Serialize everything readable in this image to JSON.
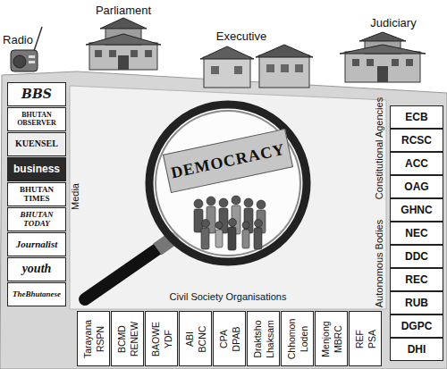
{
  "diagram": {
    "nodes": [
      {
        "text": [
          "BBS"
        ]
      },
      {
        "text": [
          "BHUTAN OBSERVER"
        ]
      },
      {
        "text": [
          "KUENSEL"
        ]
      },
      {
        "text": [
          "business"
        ]
      },
      {
        "text": [
          "BHUTAN TIMES"
        ]
      },
      {
        "text": [
          "BHUTAN TODAY"
        ]
      },
      {
        "text": [
          "Journalist"
        ]
      },
      {
        "text": [
          "youth"
        ]
      },
      {
        "text": [
          "TheBhutanese"
        ]
      },
      {
        "text": [
          "DEMOCRACY"
        ]
      },
      {
        "text": [
          "ECB"
        ]
      },
      {
        "text": [
          "RCSC"
        ]
      },
      {
        "text": [
          "ACC"
        ]
      },
      {
        "text": [
          "OAG"
        ]
      },
      {
        "text": [
          "GHNC"
        ]
      },
      {
        "text": [
          "NEC"
        ]
      },
      {
        "text": [
          "DDC"
        ]
      },
      {
        "text": [
          "REC"
        ]
      },
      {
        "text": [
          "RUB"
        ]
      },
      {
        "text": [
          "DGPC"
        ]
      },
      {
        "text": [
          "DHI"
        ]
      },
      {
        "text": [
          "Tarayana",
          "RSPN"
        ]
      },
      {
        "text": [
          "BCMD",
          "RENEW"
        ]
      },
      {
        "text": [
          "BAOWE",
          "YDF"
        ]
      },
      {
        "text": [
          "ABI",
          "BCNC"
        ]
      },
      {
        "text": [
          "CPA",
          "DPAB"
        ]
      },
      {
        "text": [
          "Draktsho",
          "Lhaksam"
        ]
      },
      {
        "text": [
          "Chhomon",
          "Loden"
        ]
      },
      {
        "text": [
          "Menjong",
          "MBRC"
        ]
      },
      {
        "text": [
          "REF",
          "PSA"
        ]
      }
    ],
    "labels": [
      "Radio",
      "Parliament",
      "Executive",
      "Judiciary",
      "Media",
      "Constitutional Agencies",
      "Autonomous Bodies",
      "Civil Society Organisations"
    ]
  }
}
